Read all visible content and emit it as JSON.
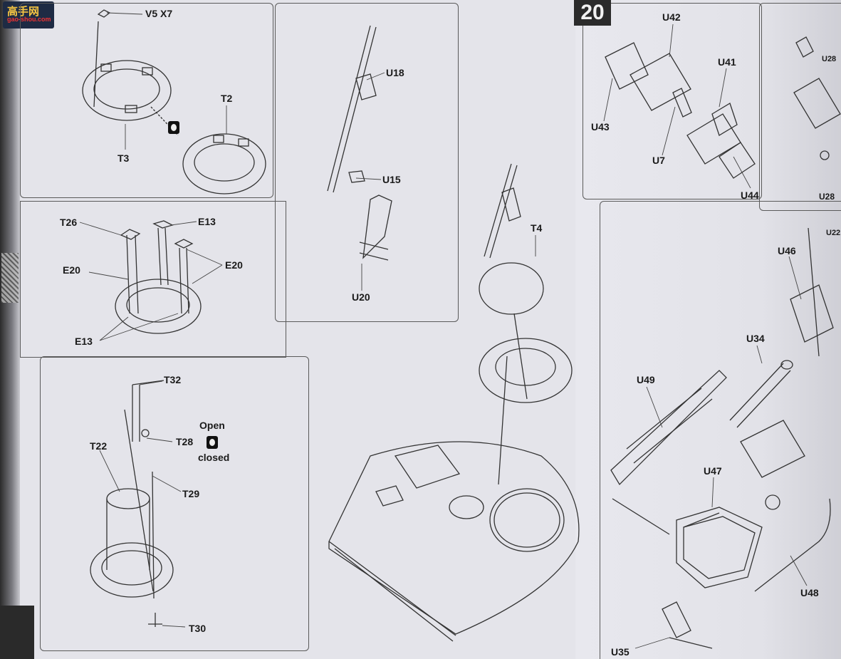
{
  "watermark": {
    "logo": "高手网",
    "site": "gao-shou.com"
  },
  "step": {
    "number": "20"
  },
  "icons": {
    "toggle": "open-closed-toggle-icon"
  },
  "panel_a": {
    "v5": "V5 X7",
    "t2": "T2",
    "t3": "T3"
  },
  "panel_b": {
    "t26": "T26",
    "e13_top": "E13",
    "e20_left": "E20",
    "e20_right": "E20",
    "e13_bottom": "E13"
  },
  "panel_c": {
    "t32": "T32",
    "t22": "T22",
    "t28": "T28",
    "t29": "T29",
    "t30": "T30",
    "open": "Open",
    "closed": "closed"
  },
  "panel_d": {
    "u18": "U18",
    "u15": "U15",
    "u20": "U20"
  },
  "hull": {
    "t4": "T4"
  },
  "panel_e": {
    "u42": "U42",
    "u41": "U41",
    "u43": "U43",
    "u7": "U7",
    "u44": "U44"
  },
  "panel_f": {
    "u28_top": "U28",
    "u28_bottom": "U28"
  },
  "assembly": {
    "u46": "U46",
    "u34": "U34",
    "u49": "U49",
    "u47": "U47",
    "u48": "U48",
    "u35": "U35",
    "u22": "U22"
  }
}
